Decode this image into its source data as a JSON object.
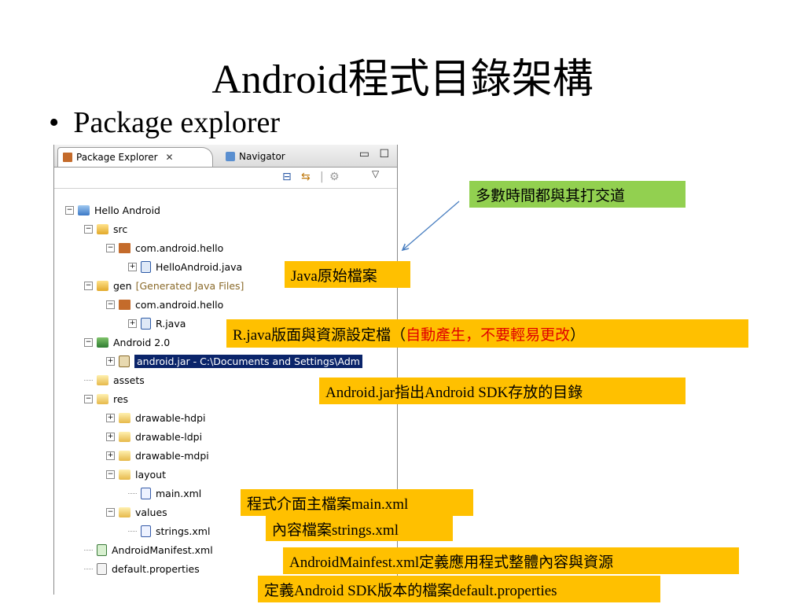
{
  "slide": {
    "title": "Android程式目錄架構",
    "bullet_marker": "•",
    "bullet": "Package explorer"
  },
  "panel": {
    "tabs": [
      {
        "label": "Package Explorer",
        "close": "✕",
        "icon": "package-explorer-icon"
      },
      {
        "label": "Navigator",
        "icon": "navigator-icon"
      }
    ],
    "window_buttons": {
      "minimize": "▭",
      "maximize": "☐"
    },
    "toolbar": {
      "collapse": "⊟",
      "link": "⇆",
      "separator": "|",
      "filter": "⚙",
      "menu": "▽"
    }
  },
  "tree": {
    "project": "Hello Android",
    "src": "src",
    "src_package": "com.android.hello",
    "src_file": "HelloAndroid.java",
    "gen": "gen",
    "gen_decoration": "[Generated Java Files]",
    "gen_package": "com.android.hello",
    "gen_file": "R.java",
    "lib": "Android 2.0",
    "jar": "android.jar - C:\\Documents and Settings\\Adm",
    "assets": "assets",
    "res": "res",
    "drawable_hdpi": "drawable-hdpi",
    "drawable_ldpi": "drawable-ldpi",
    "drawable_mdpi": "drawable-mdpi",
    "layout": "layout",
    "main_xml": "main.xml",
    "values": "values",
    "strings_xml": "strings.xml",
    "manifest": "AndroidManifest.xml",
    "default_properties": "default.properties",
    "expanded_marker": "−",
    "collapsed_marker": "+"
  },
  "callouts": {
    "time_note": "多數時間都與其打交道",
    "java_source": "Java原始檔案",
    "rjava_prefix": "R.java版面與資源設定檔（",
    "rjava_red": "自動產生，不要輕易更改",
    "rjava_suffix": "）",
    "android_jar": "Android.jar指出Android SDK存放的目錄",
    "main_xml": "程式介面主檔案main.xml",
    "strings_xml": "內容檔案strings.xml",
    "manifest": "AndroidMainfest.xml定義應用程式整體內容與資源",
    "default_props": "定義Android SDK版本的檔案default.properties"
  },
  "colors": {
    "green_callout": "#92d050",
    "orange_callout": "#ffc000",
    "red_text": "#e00000",
    "selection": "#0a246a",
    "arrow": "#4a7fc1"
  }
}
